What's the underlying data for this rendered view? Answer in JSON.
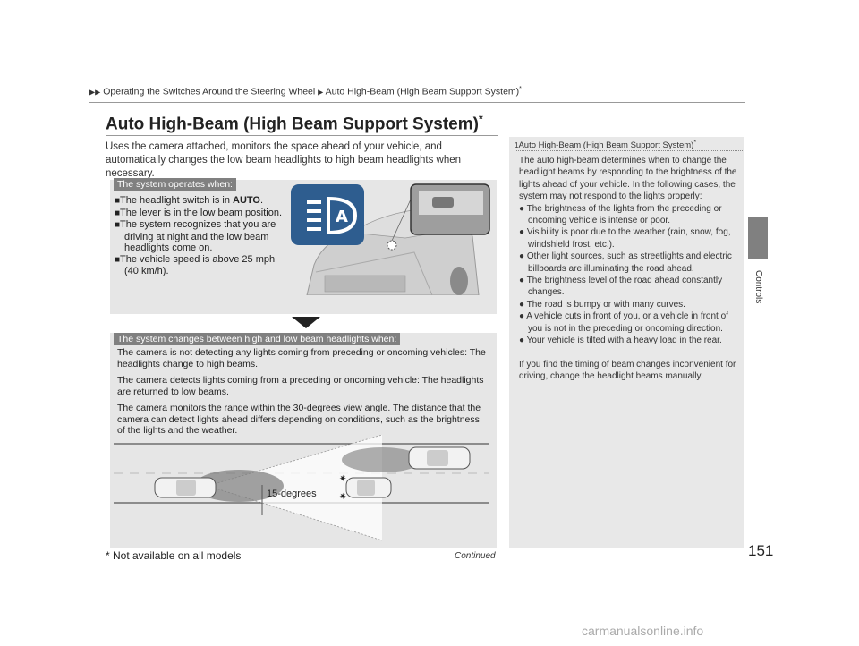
{
  "header": {
    "breadcrumb_1": "Operating the Switches Around the Steering Wheel",
    "breadcrumb_2": "Auto High-Beam (High Beam Support System)",
    "breadcrumb_star": "*"
  },
  "page_number": "151",
  "side_tab_label": "Controls",
  "title": "Auto High-Beam (High Beam Support System)",
  "title_star": "*",
  "intro": "Uses the camera attached, monitors the space ahead of your vehicle, and automatically changes the low beam headlights to high beam headlights when necessary.",
  "operates_box": {
    "label": "The system operates when:",
    "items": [
      {
        "prefix": "The headlight switch is in ",
        "bold": "AUTO",
        "suffix": "."
      },
      {
        "prefix": "The lever is in the low beam position.",
        "bold": "",
        "suffix": ""
      },
      {
        "prefix": "The system recognizes that you are driving at night and the low beam headlights come on.",
        "bold": "",
        "suffix": ""
      },
      {
        "prefix": "The vehicle speed is above 25 mph (40 km/h).",
        "bold": "",
        "suffix": ""
      }
    ]
  },
  "changes_box": {
    "label": "The system changes between high and low beam headlights when:",
    "paragraphs": [
      "The camera is not detecting any lights coming from preceding or oncoming vehicles: The headlights change to high beams.",
      "The camera detects lights coming from a preceding or oncoming vehicle: The headlights are returned to low beams.",
      "The camera monitors the range within the 30-degrees view angle. The distance that the camera can detect lights ahead differs depending on conditions, such as the brightness of the lights and the weather."
    ],
    "angle_label": "15-degrees"
  },
  "footnote": "* Not available on all models",
  "continued": "Continued",
  "note": {
    "number": "1",
    "title": "Auto High-Beam (High Beam Support System)",
    "title_star": "*",
    "intro": "The auto high-beam determines when to change the headlight beams by responding to the brightness of the lights ahead of your vehicle. In the following cases, the system may not respond to the lights properly:",
    "bullets": [
      "The brightness of the lights from the preceding or oncoming vehicle is intense or poor.",
      "Visibility is poor due to the weather (rain, snow, fog, windshield frost, etc.).",
      "Other light sources, such as streetlights and electric billboards are illuminating the road ahead.",
      "The brightness level of the road ahead constantly changes.",
      "The road is bumpy or with many curves.",
      "A vehicle cuts in front of you, or a vehicle in front of you is not in the preceding or oncoming direction.",
      "Your vehicle is tilted with a heavy load in the rear."
    ],
    "closing": "If you find the timing of beam changes inconvenient for driving, change the headlight beams manually."
  },
  "watermark": "carmanualsonline.info",
  "colors": {
    "label_bg": "#808080",
    "box_bg": "#e6e6e6",
    "icon_blue": "#2e5d8f"
  }
}
